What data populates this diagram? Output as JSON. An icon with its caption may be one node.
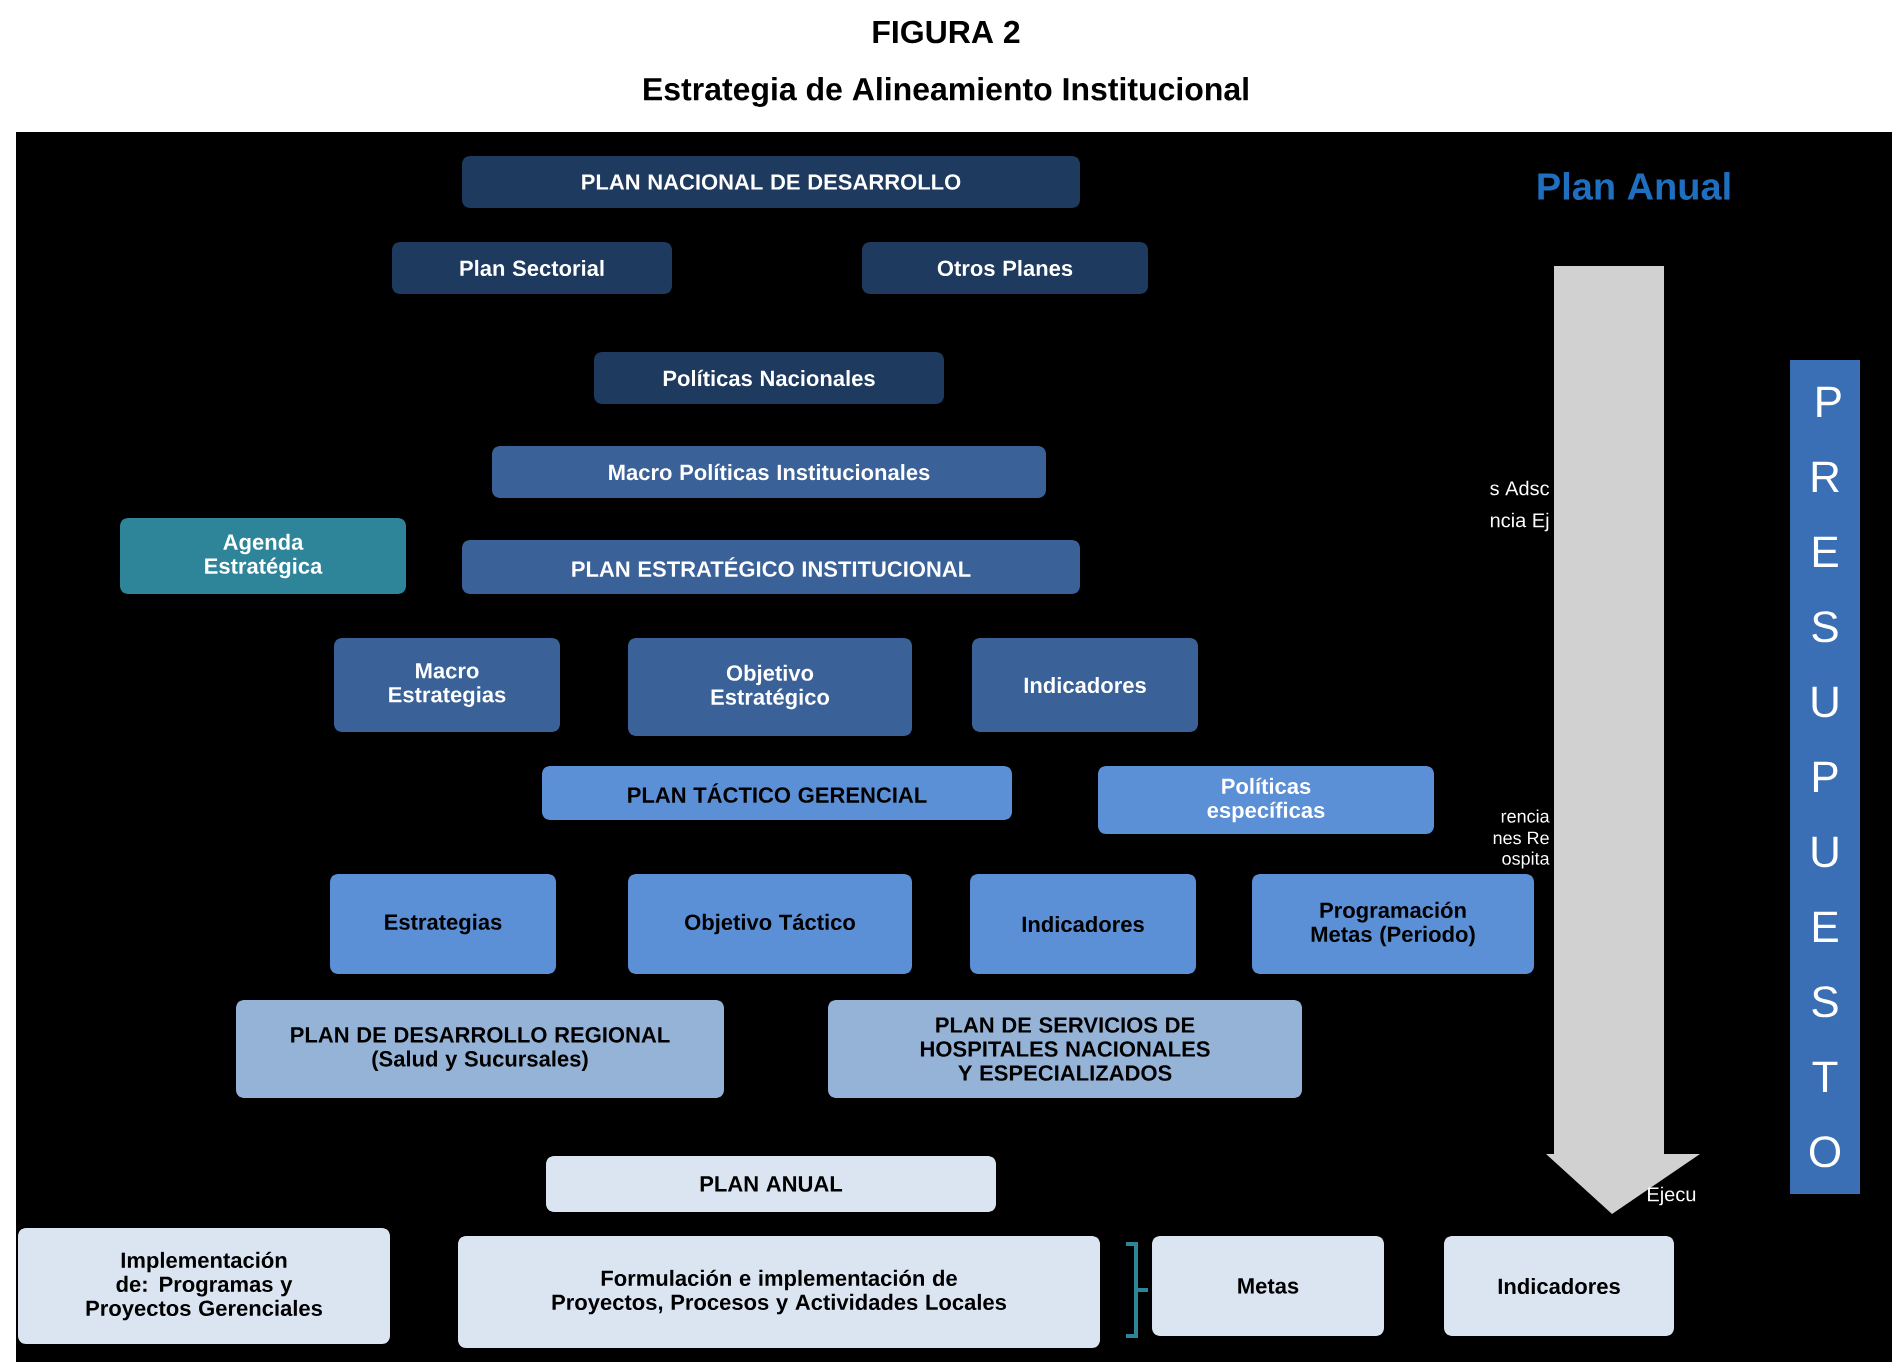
{
  "diagram": {
    "title": "Estrategia de Alineamiento Institucional",
    "nodes": [
      {
        "text": [
          "PLAN NACIONAL DE DESARROLLO"
        ]
      },
      {
        "text": [
          "Plan Sectorial"
        ]
      },
      {
        "text": [
          "Otros Planes"
        ]
      },
      {
        "text": [
          "Políticas Nacionales"
        ]
      },
      {
        "text": [
          "Macro Políticas Institucionales"
        ]
      },
      {
        "text": [
          "Agenda Estratégica"
        ]
      },
      {
        "text": [
          "PLAN ESTRATÉGICO INSTITUCIONAL"
        ]
      },
      {
        "text": [
          "Macro Estrategias"
        ]
      },
      {
        "text": [
          "Objetivo Estratégico"
        ]
      },
      {
        "text": [
          "Indicadores"
        ]
      },
      {
        "text": [
          "PLAN TÁCTICO GERENCIAL"
        ]
      },
      {
        "text": [
          "Políticas específicas"
        ]
      },
      {
        "text": [
          "Estrategias"
        ]
      },
      {
        "text": [
          "Objetivo Táctico"
        ]
      },
      {
        "text": [
          "Indicadores"
        ]
      },
      {
        "text": [
          "Programación Metas (Periodo)"
        ]
      },
      {
        "text": [
          "PLAN DE DESARROLLO REGIONAL",
          "(Salud y Sucursales)"
        ]
      },
      {
        "text": [
          "PLAN DE SERVICIOS DE HOSPITALES NACIONALES Y ESPECIALIZADOS"
        ]
      },
      {
        "text": [
          "PLAN ANUAL"
        ]
      },
      {
        "text": [
          "Implementación de: Programas y Proyectos Gerenciales"
        ]
      },
      {
        "text": [
          "Formulación e implementación de Proyectos, Procesos y Actividades Locales"
        ]
      },
      {
        "text": [
          "Metas"
        ]
      },
      {
        "text": [
          "Indicadores"
        ]
      },
      {
        "text": [
          "PRESUPUESTO"
        ]
      }
    ],
    "labels": [
      "FIGURA 2",
      "Plan Anual",
      "s Adsc",
      "ncia Ej",
      "rencia",
      "nes Re",
      "ospita",
      "Ejecu"
    ]
  }
}
